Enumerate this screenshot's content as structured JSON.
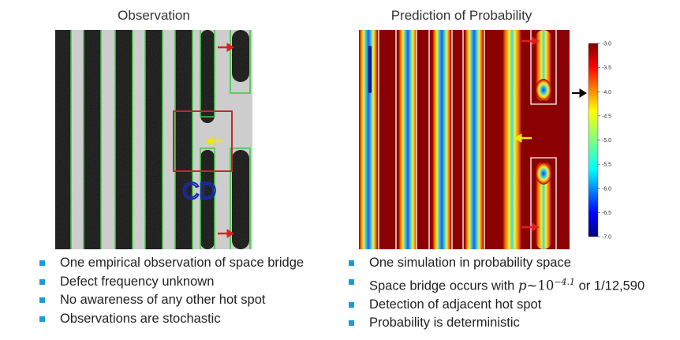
{
  "titles": {
    "left": "Observation",
    "right": "Prediction of Probability"
  },
  "left_panel": {
    "overlay_label": "CD"
  },
  "colorbar": {
    "ticks": [
      "-3.0",
      "-3.5",
      "-4.0",
      "-4.5",
      "-5.0",
      "-5.5",
      "-6.0",
      "-6.5",
      "-7.0"
    ]
  },
  "colors": {
    "bullet": "#1a9bd7",
    "arrow_red": "#e02020",
    "arrow_yellow": "#f0e800",
    "box_red": "#c0282b"
  },
  "left_bullets": [
    "One empirical observation of space bridge",
    "Defect frequency unknown",
    "No awareness of any other hot spot",
    "Observations are stochastic"
  ],
  "right_bullets": {
    "item1": "One simulation in probability space",
    "item2_prefix": "Space bridge occurs with ",
    "item2_p": "p",
    "item2_tilde": "~10",
    "item2_exp": "−4.1",
    "item2_suffix": " or 1/12,590",
    "item3": "Detection of adjacent hot spot",
    "item4": "Probability is deterministic"
  }
}
